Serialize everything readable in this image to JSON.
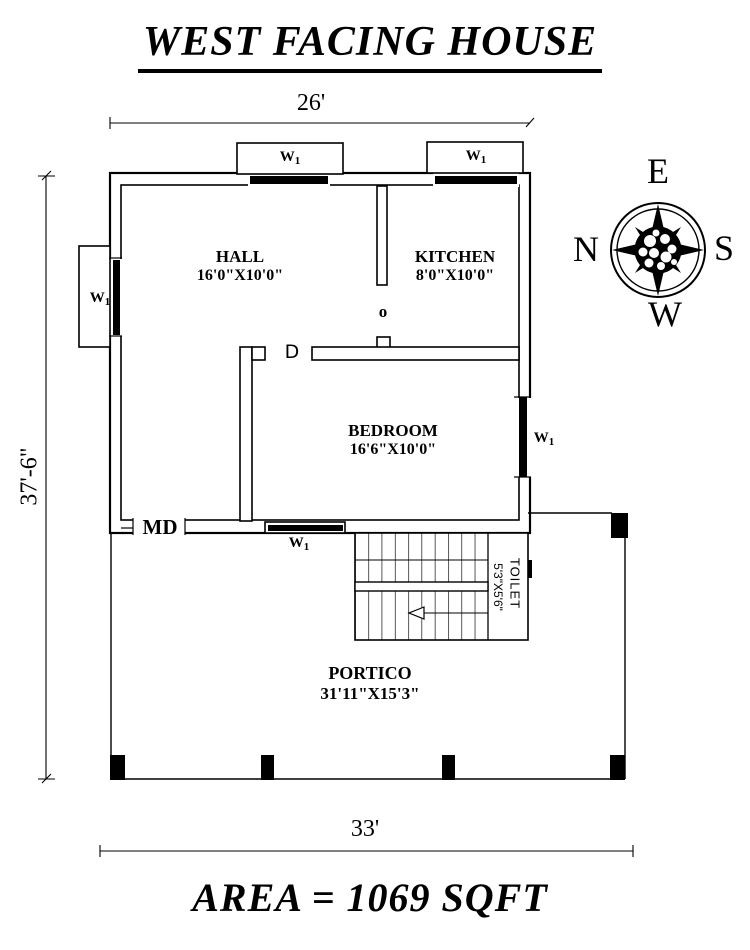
{
  "title": "WEST FACING HOUSE",
  "area": "AREA = 1069 SQFT",
  "dimensions": {
    "width_top": "26'",
    "height_left": "37'-6\"",
    "width_bottom": "33'"
  },
  "rooms": {
    "hall": {
      "name": "HALL",
      "size": "16'0\"X10'0\""
    },
    "kitchen": {
      "name": "KITCHEN",
      "size": "8'0\"X10'0\""
    },
    "bedroom": {
      "name": "BEDROOM",
      "size": "16'6\"X10'0\""
    },
    "toilet": {
      "name": "TOILET",
      "size": "5'3\"X5'6\""
    },
    "portico": {
      "name": "PORTICO",
      "size": "31'11\"X15'3\""
    }
  },
  "labels": {
    "window": "W",
    "window_sub": "1",
    "door": "D",
    "main_door": "MD",
    "opening": "o"
  },
  "compass": {
    "top": "E",
    "left": "N",
    "right": "S",
    "bottom": "W"
  },
  "colors": {
    "ink": "#000000",
    "paper": "#ffffff"
  }
}
